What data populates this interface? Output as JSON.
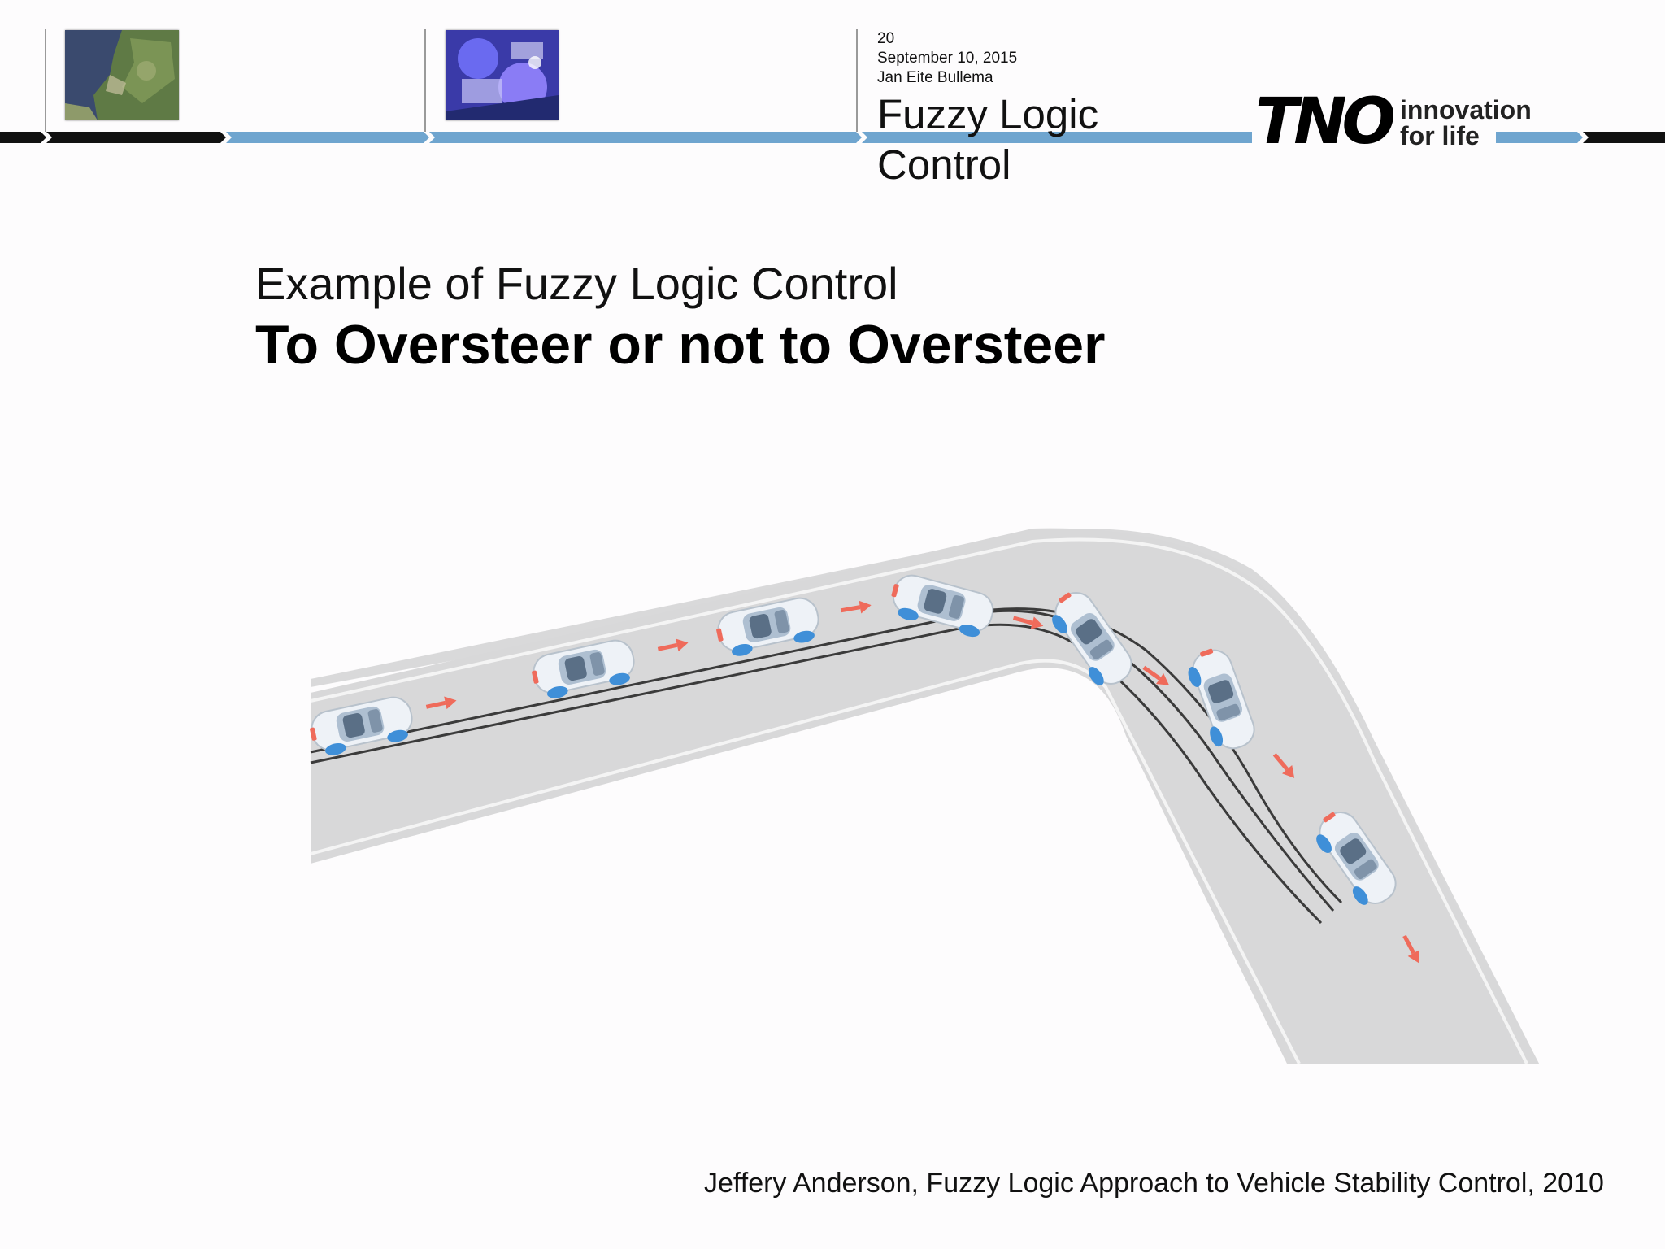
{
  "header": {
    "page_number": "20",
    "date": "September 10, 2015",
    "author": "Jan Eite Bullema",
    "title": "Fuzzy Logic Control",
    "logo": {
      "wordmark": "TNO",
      "tagline_line1": "innovation",
      "tagline_line2": "for life"
    },
    "colors": {
      "band_blue": "#6fa5cf",
      "band_black": "#111111"
    }
  },
  "slide": {
    "subtitle": "Example of Fuzzy Logic Control",
    "title": "To Oversteer or not to Oversteer",
    "citation": "Jeffery Anderson, Fuzzy Logic Approach to Vehicle Stability Control, 2010"
  },
  "illustration": {
    "icon": "car-cornering-illustration",
    "arrow_color": "#ef6b5b",
    "wheel_color": "#3f8fd8"
  }
}
